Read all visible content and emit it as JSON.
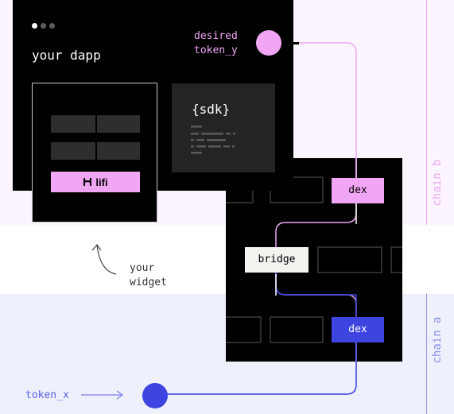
{
  "colors": {
    "pink": "#f0a6f4",
    "blue": "#3d44e0",
    "black": "#000000",
    "chain_b_bg": "#fbf3ff",
    "chain_a_bg": "#eef0ff"
  },
  "dapp": {
    "title": "your dapp"
  },
  "desired": {
    "line1": "desired",
    "line2": "token_y"
  },
  "sdk": {
    "label": "{sdk}"
  },
  "widget": {
    "brand": "lifi",
    "caption_line1": "your",
    "caption_line2": "widget"
  },
  "chain_b": {
    "label": "chain b"
  },
  "chain_a": {
    "label": "chain a"
  },
  "nodes": {
    "dex_b": "dex",
    "bridge": "bridge",
    "dex_a": "dex"
  },
  "token_x": {
    "label": "token_x"
  },
  "icons": [
    "window-dots-icon",
    "lifi-logo-icon",
    "curved-arrow-icon",
    "right-arrow-icon"
  ]
}
